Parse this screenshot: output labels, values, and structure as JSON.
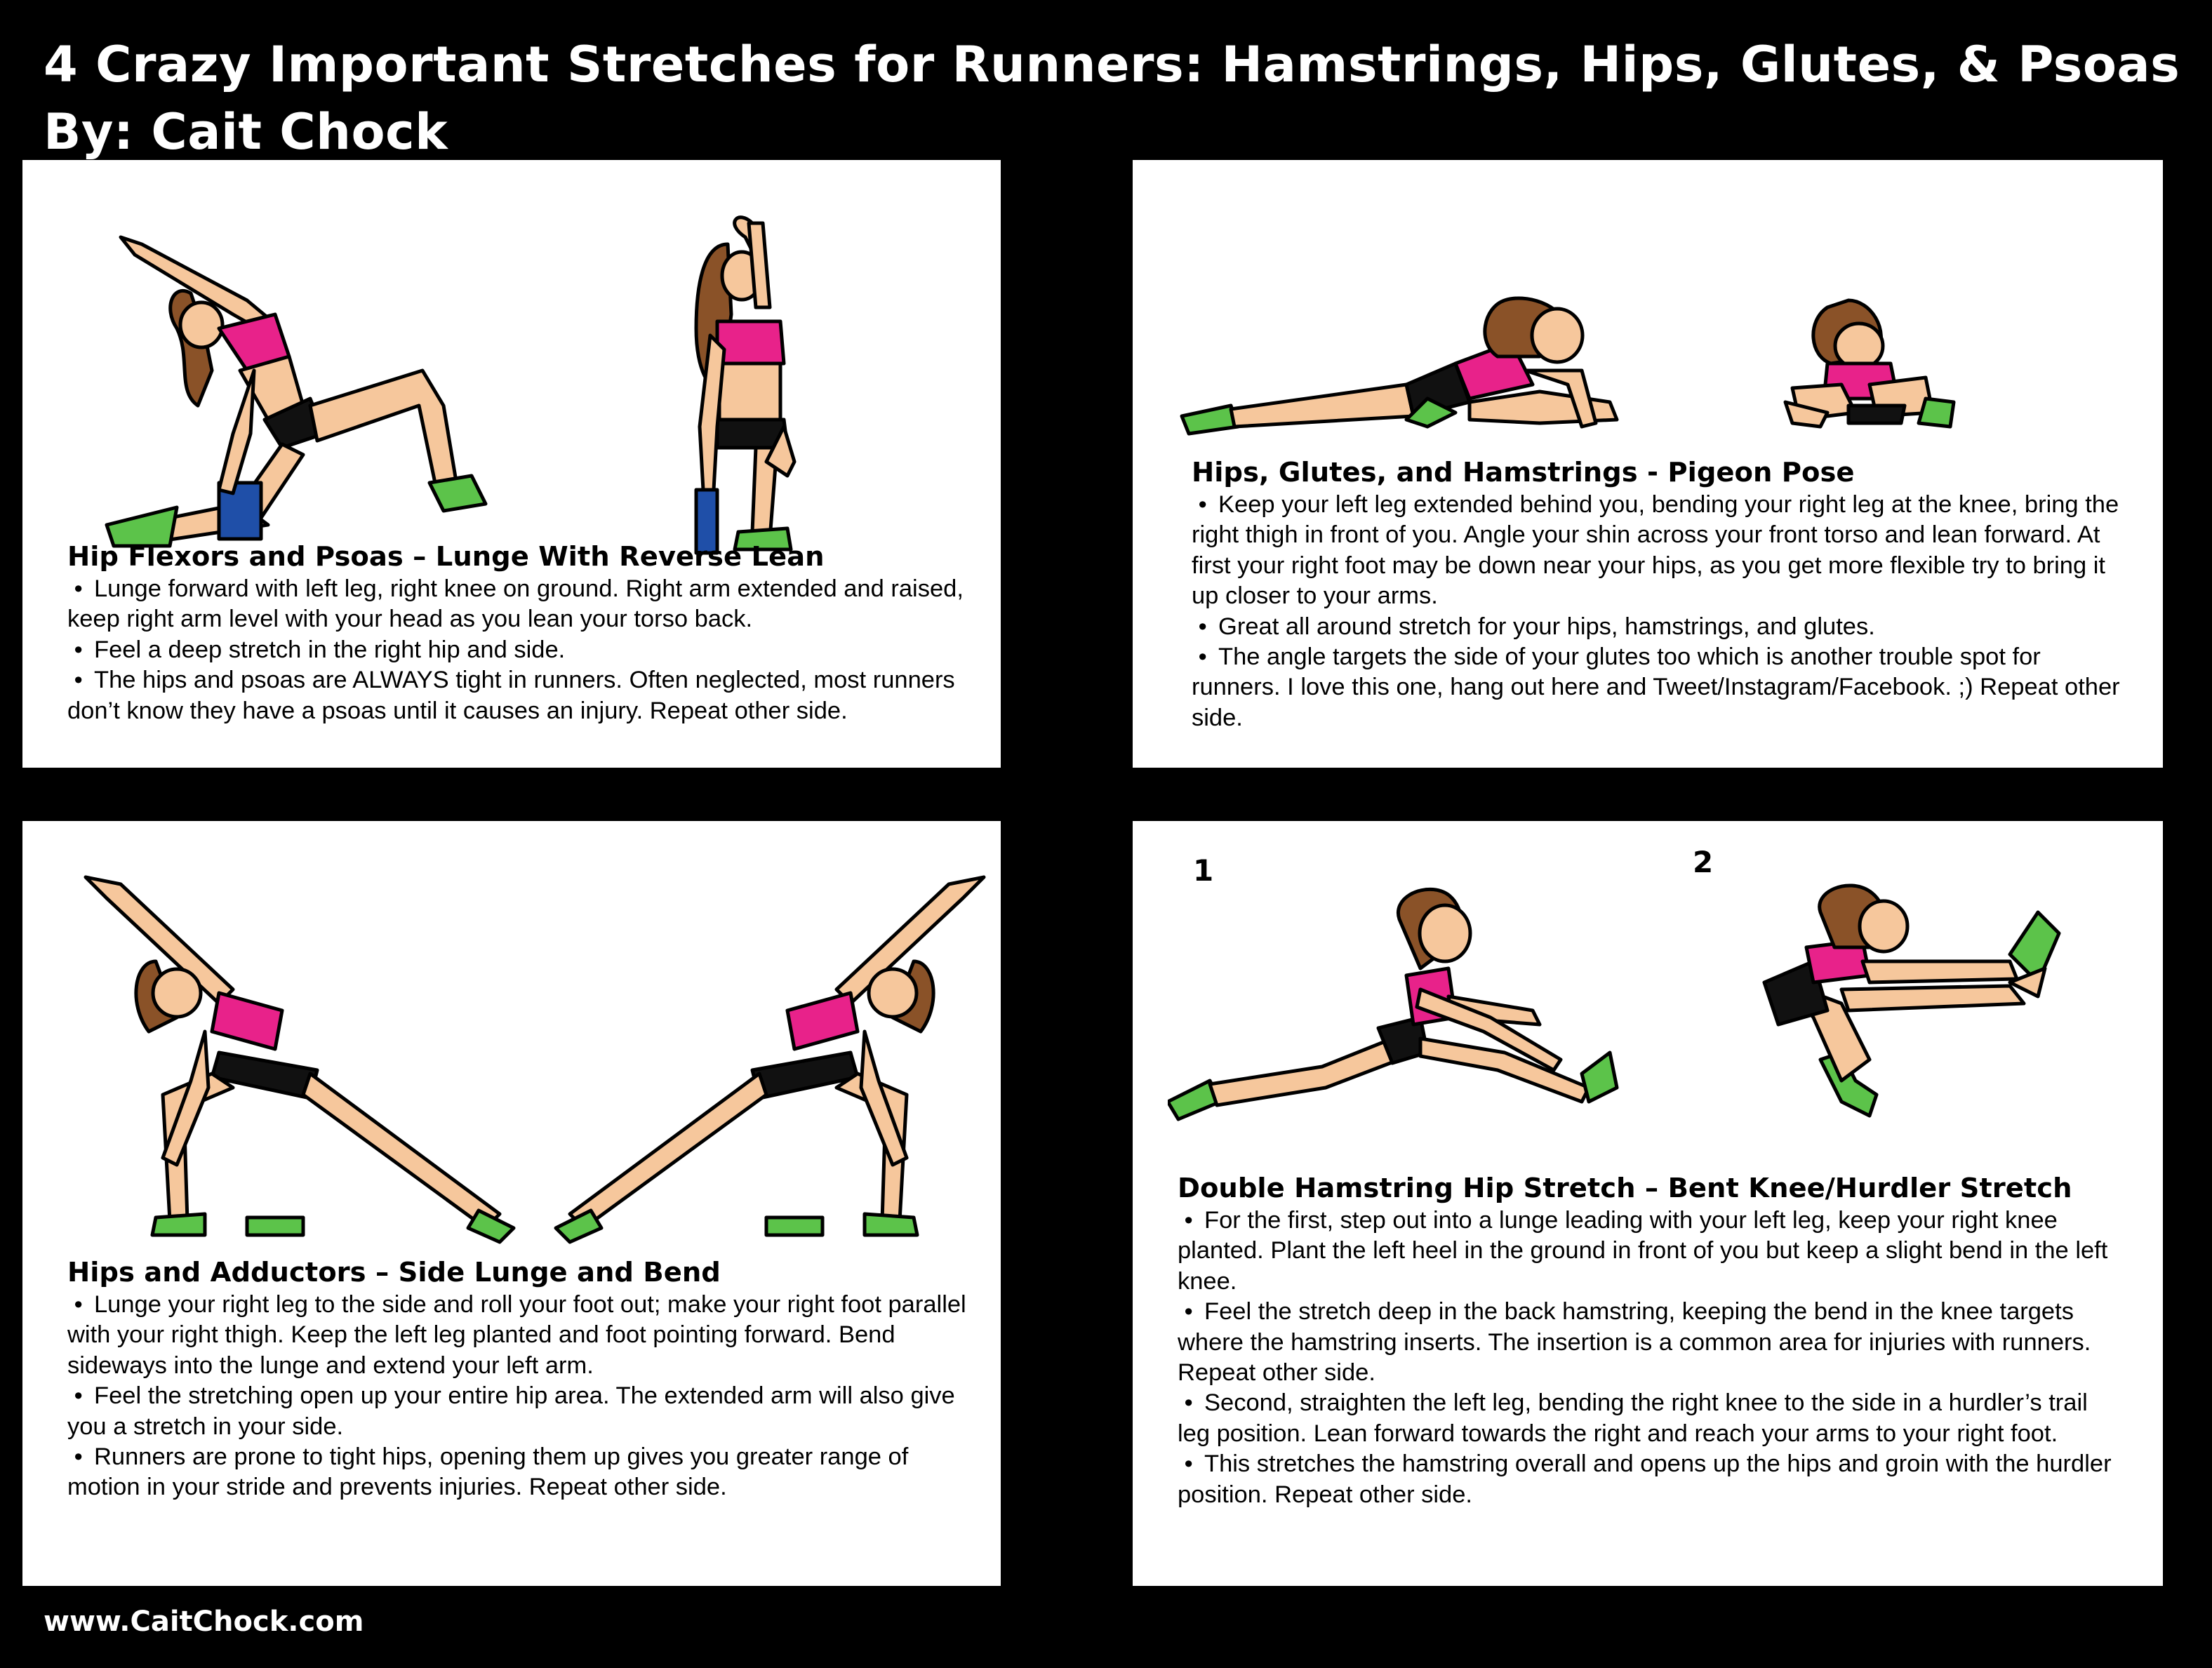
{
  "header": {
    "title": "4 Crazy Important Stretches for Runners: Hamstrings, Hips, Glutes, & Psoas",
    "byline": "By: Cait Chock"
  },
  "panels": [
    {
      "title": "Hip Flexors and Psoas – Lunge With Reverse Lean",
      "bullets": [
        "Lunge forward with left leg, right knee on ground. Right arm extended and raised, keep right arm level with your head as you lean your torso back.",
        "Feel a deep stretch in the right hip and side.",
        "The hips and psoas are ALWAYS tight in runners. Often neglected, most runners don’t know they have a psoas until it causes an injury. Repeat other side."
      ]
    },
    {
      "title": "Hips, Glutes, and Hamstrings - Pigeon Pose",
      "bullets": [
        "Keep your left leg extended behind you, bending your right leg at the knee, bring the right thigh in front of you. Angle your shin across your front torso and lean forward. At first your right foot may be down near your hips, as you get more flexible try to bring it up closer to your arms.",
        "Great all around stretch for your hips, hamstrings, and glutes.",
        "The angle targets the side of your glutes too which is another trouble spot for runners. I love this one, hang out here and Tweet/Instagram/Facebook. ;) Repeat other side."
      ]
    },
    {
      "title": "Hips and Adductors – Side Lunge and Bend",
      "bullets": [
        "Lunge your right leg to the side and roll your foot out; make your right foot parallel with your right thigh. Keep the left leg planted and foot pointing forward. Bend sideways into the lunge and extend your left arm.",
        "Feel the stretching open up your entire hip area. The extended arm will also give you a stretch in your side.",
        "Runners are prone to tight hips, opening them up gives you greater range of motion in your stride and prevents injuries. Repeat other side."
      ]
    },
    {
      "title": "Double Hamstring Hip Stretch – Bent Knee/Hurdler Stretch",
      "step_labels": [
        "1",
        "2"
      ],
      "bullets": [
        "For the first, step out into a lunge leading with your left leg, keep your right knee planted. Plant the left heel in the ground in front of you but keep a slight bend in the left knee.",
        "Feel the stretch deep in the back hamstring, keeping the bend in the knee targets where the hamstring inserts. The insertion is a common area for injuries with runners. Repeat other side.",
        "Second, straighten the left leg, bending the right knee to the side in a hurdler’s trail leg position. Lean forward towards the right and reach your arms to your right foot.",
        "This stretches the hamstring overall and opens up the hips and groin with the hurdler position. Repeat other side."
      ]
    }
  ],
  "footer": {
    "url": "www.CaitChock.com"
  },
  "colors": {
    "background": "#000000",
    "panel": "#ffffff",
    "skin": "#f6c79c",
    "top": "#e8228a",
    "shorts": "#111111",
    "shoes": "#5cc34a",
    "hair": "#8a5228",
    "block": "#1f4fa8"
  }
}
